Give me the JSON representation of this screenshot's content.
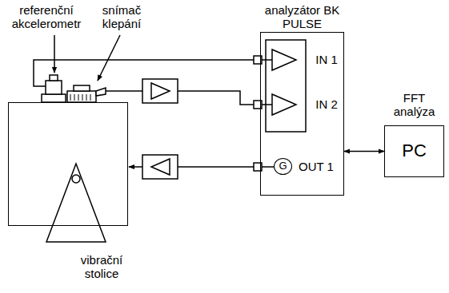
{
  "diagram": {
    "nodes": [
      {
        "text": [
          "analyzátor BK PULSE"
        ]
      },
      {
        "text": [
          "G"
        ],
        "in": 0
      },
      {
        "text": [
          "FFT analýza",
          "PC"
        ]
      },
      {
        "text": [
          "vibrační stolice"
        ]
      }
    ],
    "edges": [
      {
        "from": 0,
        "to": 2,
        "arrow": "both"
      }
    ],
    "labels": [
      "referenční akcelerometr",
      "snímač klepání",
      "IN 1",
      "IN 2",
      "OUT 1"
    ]
  }
}
